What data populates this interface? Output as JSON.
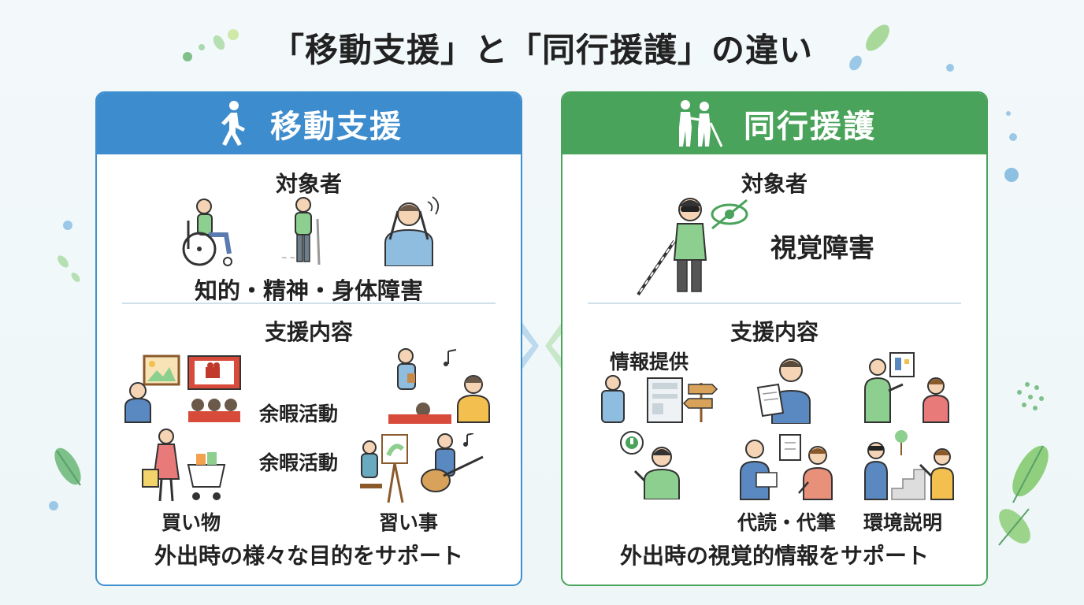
{
  "title": "「移動支援」と「同行援護」の違い",
  "left": {
    "header": "移動支援",
    "target_label": "対象者",
    "target_value": "知的・精神・身体障害",
    "support_label": "支援内容",
    "caption_leisure_1": "余暇活動",
    "caption_leisure_2": "余暇活動",
    "caption_shopping": "買い物",
    "caption_lessons": "習い事",
    "footer": "外出時の様々な目的をサポート"
  },
  "right": {
    "header": "同行援護",
    "target_label": "対象者",
    "target_value": "視覚障害",
    "support_label": "支援内容",
    "caption_info": "情報提供",
    "caption_reading": "代読・代筆",
    "caption_environment": "環境説明",
    "footer": "外出時の視覚的情報をサポート"
  },
  "colors": {
    "left_accent": "#3d8ccd",
    "right_accent": "#4aa35a"
  }
}
